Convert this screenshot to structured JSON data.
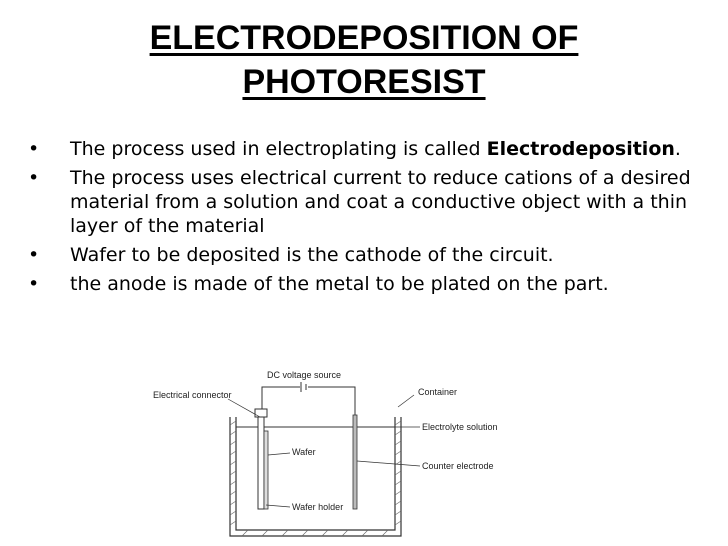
{
  "slide": {
    "title_line1": "ELECTRODEPOSITION OF",
    "title_line2": "PHOTORESIST",
    "bullets": [
      {
        "text": "The process used in electroplating is called ",
        "bold": "Electrodeposition",
        "suffix": "."
      },
      {
        "text": "The process uses electrical current to reduce cations of a desired material from a solution and coat a conductive object with a thin layer of the material",
        "bold": "",
        "suffix": ""
      },
      {
        "text": "Wafer to be deposited is the cathode of the circuit.",
        "bold": "",
        "suffix": ""
      },
      {
        "text": "the anode is made of the metal to be plated on the part.",
        "bold": "",
        "suffix": ""
      }
    ]
  },
  "diagram": {
    "labels": {
      "dc_source": "DC voltage source",
      "electrical_connector": "Electrical connector",
      "container": "Container",
      "electrolyte": "Electrolyte solution",
      "wafer": "Wafer",
      "counter_electrode": "Counter electrode",
      "wafer_holder": "Wafer holder"
    }
  }
}
